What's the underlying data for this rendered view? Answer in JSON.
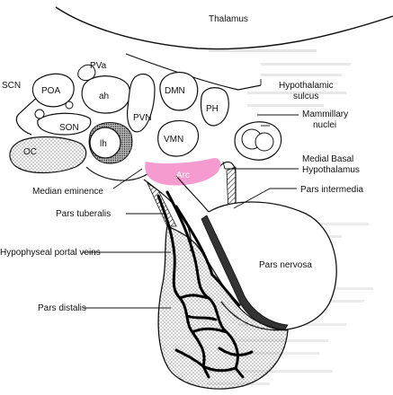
{
  "labels": {
    "thalamus": "Thalamus",
    "scn": "SCN",
    "pva": "PVa",
    "poa": "POA",
    "ah": "ah",
    "dmn": "DMN",
    "ph": "PH",
    "pvn": "PVN",
    "son": "SON",
    "lh": "lh",
    "vmn": "VMN",
    "oc": "OC",
    "arc": "Arc",
    "hypothalamic_sulcus_1": "Hypothalamic",
    "hypothalamic_sulcus_2": "sulcus",
    "mammillary_nuclei_1": "Mammillary",
    "mammillary_nuclei_2": "nuclei",
    "medial_basal_1": "Medial Basal",
    "medial_basal_2": "Hypothalamus",
    "median_eminence": "Median eminence",
    "pars_intermedia": "Pars intermedia",
    "pars_tuberalis": "Pars tuberalis",
    "hypophyseal_portal_veins": "Hypophyseal portal veins",
    "pars_nervosa": "Pars nervosa",
    "pars_distalis": "Pars distalis"
  },
  "colors": {
    "arc_fill": "#f59bd0",
    "line": "#111111",
    "background": "#ffffff"
  }
}
